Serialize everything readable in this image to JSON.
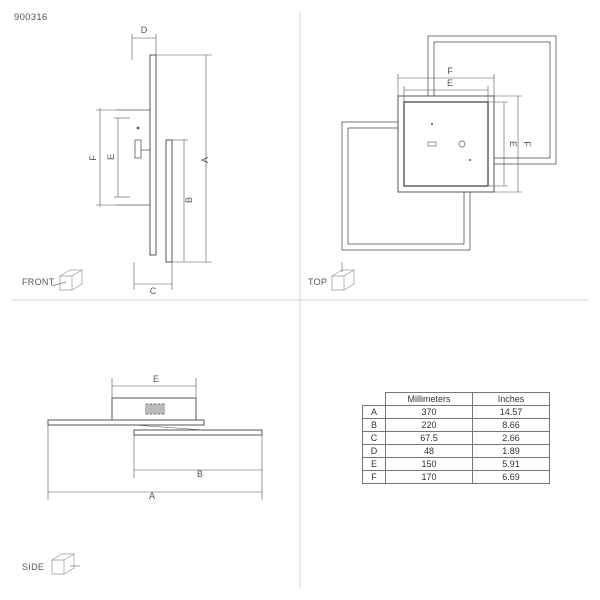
{
  "product_code": "900316",
  "views": {
    "front": "FRONT",
    "top": "TOP",
    "side": "SIDE"
  },
  "dimension_letters": {
    "a": "A",
    "b": "B",
    "c": "C",
    "d": "D",
    "e": "E",
    "f": "F"
  },
  "table": {
    "headers": [
      "",
      "Millimeters",
      "Inches"
    ],
    "rows": [
      [
        "A",
        "370",
        "14.57"
      ],
      [
        "B",
        "220",
        "8.66"
      ],
      [
        "C",
        "67.5",
        "2.66"
      ],
      [
        "D",
        "48",
        "1.89"
      ],
      [
        "E",
        "150",
        "5.91"
      ],
      [
        "F",
        "170",
        "6.69"
      ]
    ]
  },
  "colors": {
    "line": "#555555",
    "divider": "#cccccc"
  }
}
